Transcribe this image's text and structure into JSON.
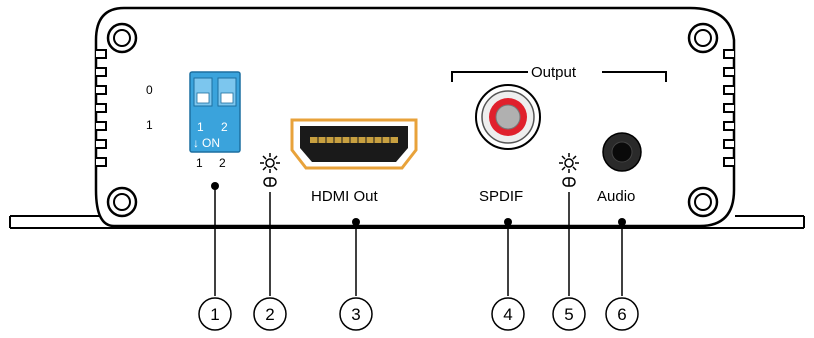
{
  "panel": {
    "output_group_label": "Output",
    "dip_switch": {
      "row_off_label": "0",
      "row_on_label": "1",
      "switch_numbers": [
        "1",
        "2"
      ],
      "on_label": "ON",
      "bottom_numbers": [
        "1",
        "2"
      ],
      "body_color": "#3aa3dc"
    },
    "ports": {
      "hdmi_label": "HDMI Out",
      "spdif_label": "SPDIF",
      "audio_label": "Audio",
      "spdif_ring_color": "#e0202c"
    },
    "led_icons": [
      "sun-led-icon",
      "sun-led-icon"
    ]
  },
  "callouts": [
    "1",
    "2",
    "3",
    "4",
    "5",
    "6"
  ]
}
